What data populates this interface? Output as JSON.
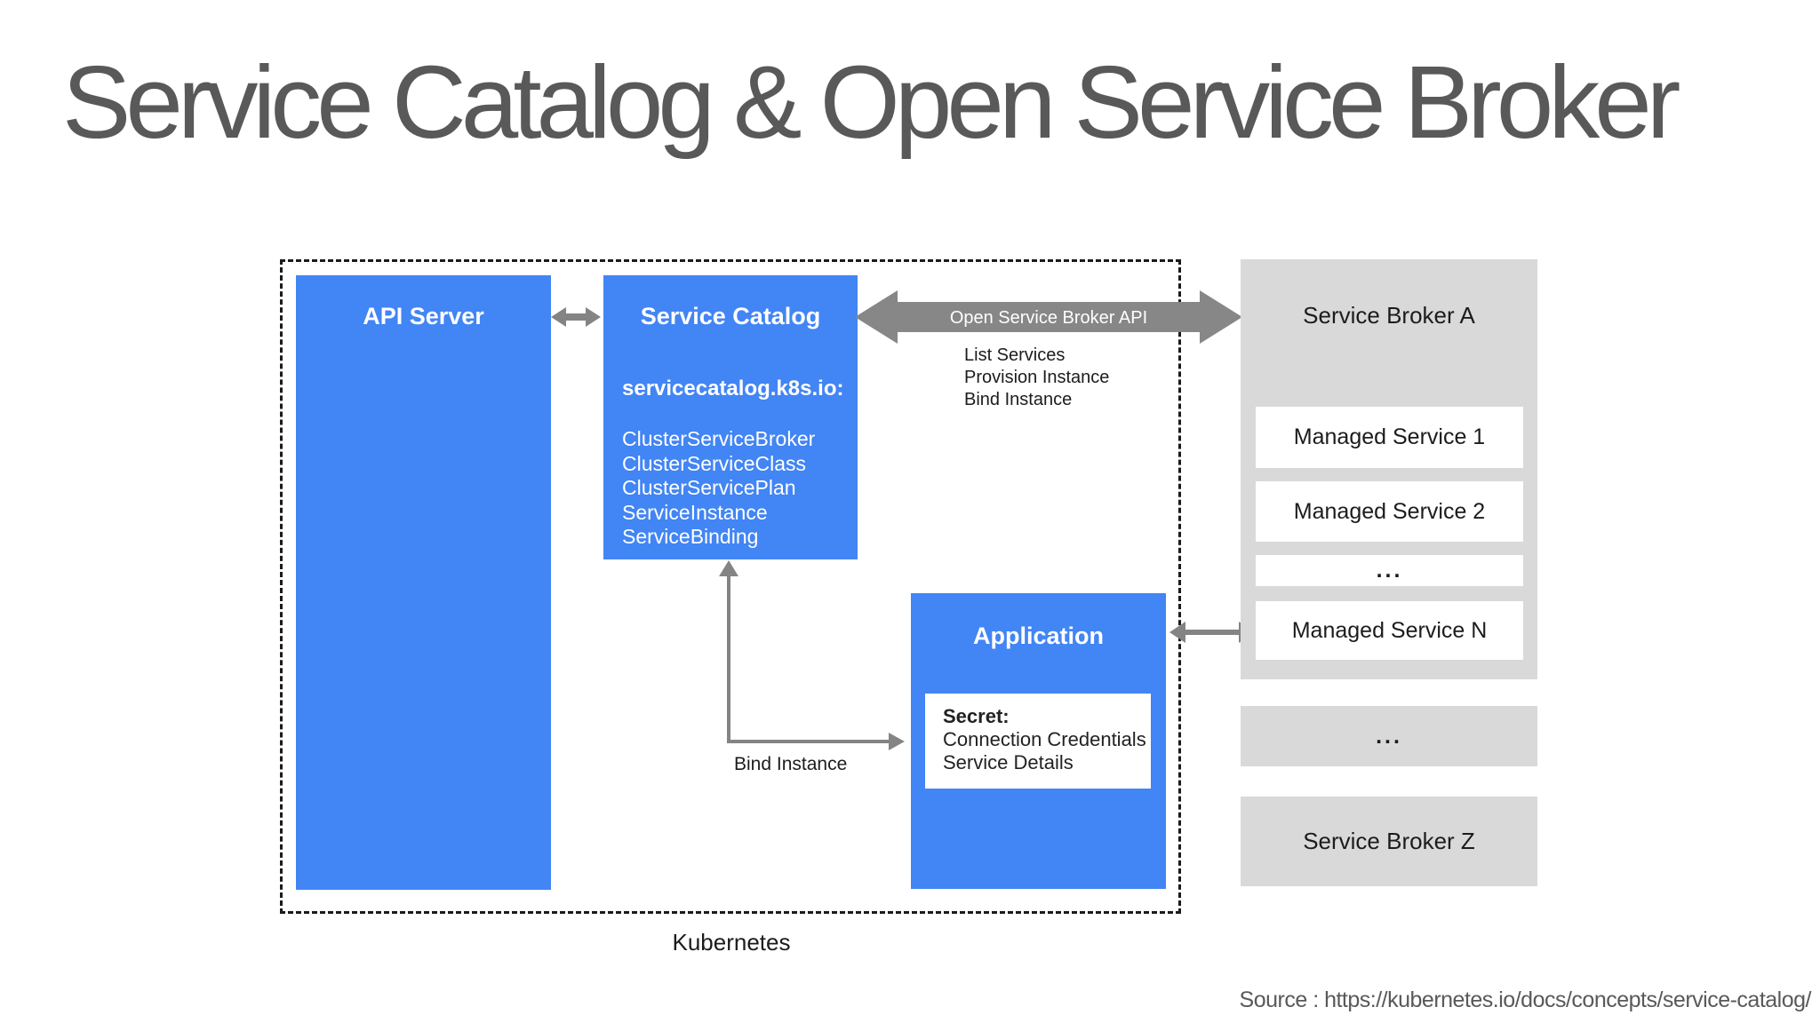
{
  "slide": {
    "title": "Service Catalog & Open Service Broker",
    "kubernetes_label": "Kubernetes",
    "source": "Source : https://kubernetes.io/docs/concepts/service-catalog/"
  },
  "diagram": {
    "api_server": {
      "title": "API Server"
    },
    "service_catalog": {
      "title": "Service Catalog",
      "api_group": "servicecatalog.k8s.io:",
      "resources": [
        "ClusterServiceBroker",
        "ClusterServiceClass",
        "ClusterServicePlan",
        "ServiceInstance",
        "ServiceBinding"
      ]
    },
    "application": {
      "title": "Application",
      "secret": {
        "title": "Secret:",
        "lines": [
          "Connection Credentials",
          "Service Details"
        ]
      }
    },
    "osb_arrow": {
      "label": "Open Service Broker API",
      "operations": [
        "List Services",
        "Provision Instance",
        "Bind Instance"
      ]
    },
    "bind_instance_label": "Bind Instance",
    "broker_a": {
      "title": "Service Broker A",
      "services": [
        "Managed Service 1",
        "Managed Service 2",
        "...",
        "Managed Service N"
      ]
    },
    "broker_dots": "...",
    "broker_z": {
      "title": "Service Broker Z"
    }
  },
  "colors": {
    "box_blue": "#4285F4",
    "arrow_gray": "#848484",
    "osb_arrow_gray": "#878787",
    "broker_gray": "#D9D9D9",
    "title_gray": "#595959",
    "text_dark": "#1c1c1c"
  }
}
